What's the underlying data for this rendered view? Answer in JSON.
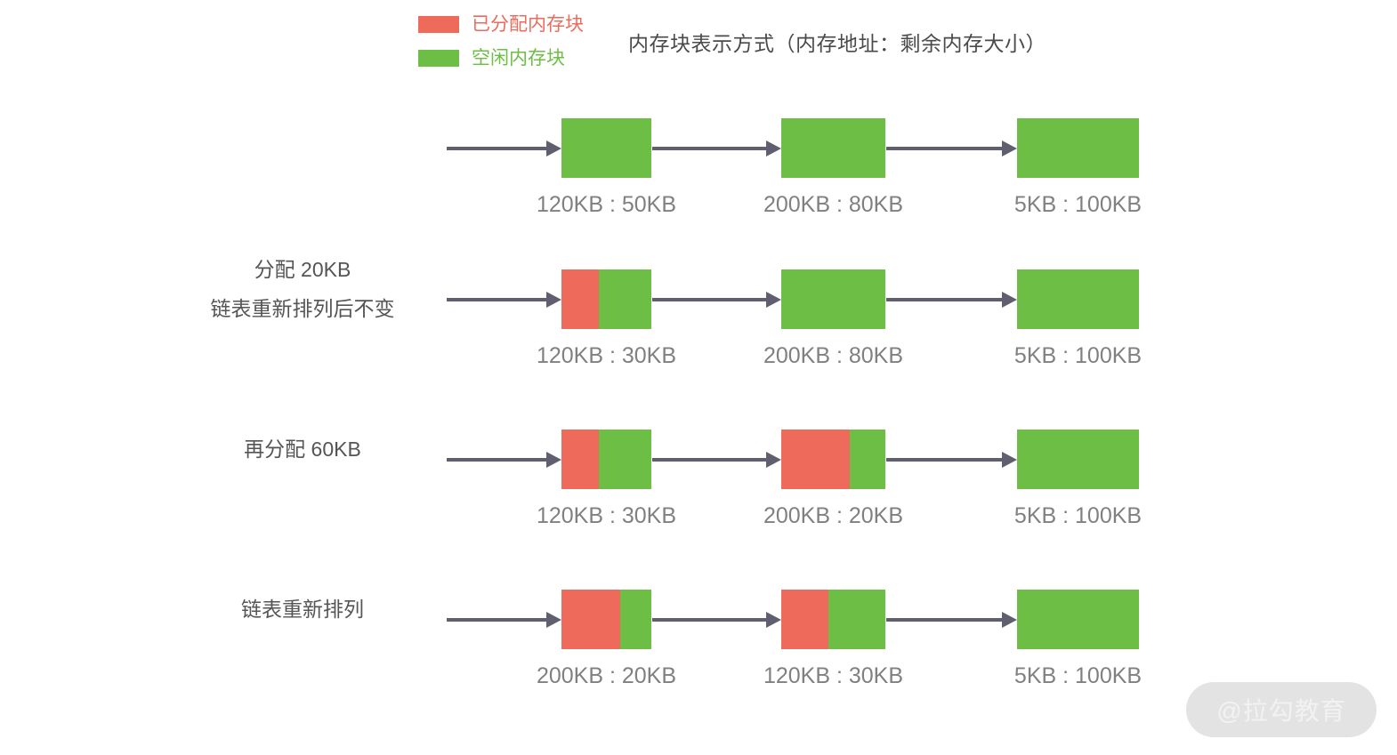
{
  "legend": {
    "items": [
      {
        "label": "已分配内存块",
        "color": "#ee6b5b",
        "swatch_name": "allocated-swatch"
      },
      {
        "label": "空闲内存块",
        "color": "#6cbe45",
        "swatch_name": "free-swatch"
      }
    ]
  },
  "title": "内存块表示方式（内存地址：剩余内存大小）",
  "colors": {
    "allocated": "#ee6b5b",
    "free": "#6cbe45",
    "arrow": "#5f5f70",
    "caption": "#808080",
    "row_label": "#555555",
    "background": "#ffffff"
  },
  "rows": [
    {
      "label_line1": "",
      "label_line2": "",
      "blocks": [
        {
          "caption": "120KB : 50KB",
          "allocated_pct": 0,
          "free_pct": 100
        },
        {
          "caption": "200KB : 80KB",
          "allocated_pct": 0,
          "free_pct": 100
        },
        {
          "caption": "5KB : 100KB",
          "allocated_pct": 0,
          "free_pct": 100
        }
      ]
    },
    {
      "label_line1": "分配 20KB",
      "label_line2": "链表重新排列后不变",
      "blocks": [
        {
          "caption": "120KB : 30KB",
          "allocated_pct": 42,
          "free_pct": 58
        },
        {
          "caption": "200KB : 80KB",
          "allocated_pct": 0,
          "free_pct": 100
        },
        {
          "caption": "5KB : 100KB",
          "allocated_pct": 0,
          "free_pct": 100
        }
      ]
    },
    {
      "label_line1": "再分配 60KB",
      "label_line2": "",
      "blocks": [
        {
          "caption": "120KB : 30KB",
          "allocated_pct": 42,
          "free_pct": 58
        },
        {
          "caption": "200KB : 20KB",
          "allocated_pct": 66,
          "free_pct": 34
        },
        {
          "caption": "5KB : 100KB",
          "allocated_pct": 0,
          "free_pct": 100
        }
      ]
    },
    {
      "label_line1": "链表重新排列",
      "label_line2": "",
      "blocks": [
        {
          "caption": "200KB : 20KB",
          "allocated_pct": 65,
          "free_pct": 35
        },
        {
          "caption": "120KB : 30KB",
          "allocated_pct": 45,
          "free_pct": 55
        },
        {
          "caption": "5KB : 100KB",
          "allocated_pct": 0,
          "free_pct": 100
        }
      ]
    }
  ],
  "watermark": "@拉勾教育"
}
